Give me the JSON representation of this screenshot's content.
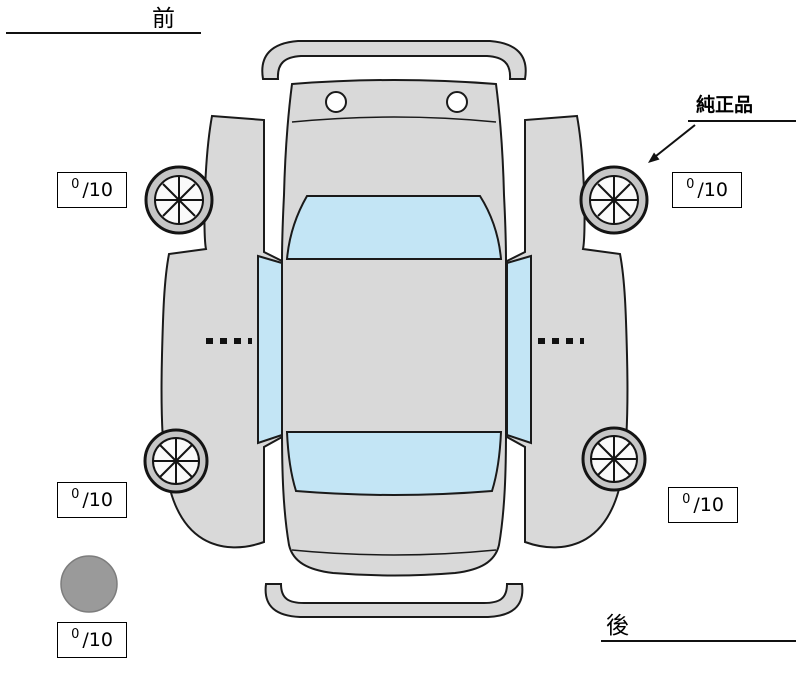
{
  "labels": {
    "front": "前",
    "rear": "後",
    "genuine_part": "純正品"
  },
  "scores": {
    "front_left": {
      "value": "0",
      "max": "/10"
    },
    "front_right": {
      "value": "0",
      "max": "/10"
    },
    "rear_left": {
      "value": "0",
      "max": "/10"
    },
    "rear_right": {
      "value": "0",
      "max": "/10"
    },
    "overall": {
      "value": "0",
      "max": "/10"
    }
  },
  "colors": {
    "body": "#d9d9d9",
    "glass": "#c3e5f5",
    "outline": "#1a1a1a",
    "wheel_rim": "#c6c6c6",
    "marker_dot": "#9a9a9a"
  }
}
